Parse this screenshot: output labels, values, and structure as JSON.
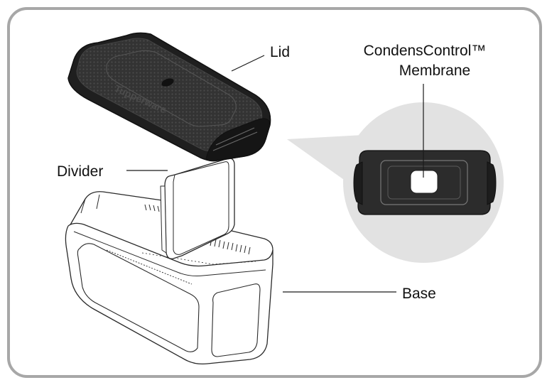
{
  "labels": {
    "lid": "Lid",
    "membrane_line1": "CondensControl™",
    "membrane_line2": "Membrane",
    "divider": "Divider",
    "base": "Base"
  },
  "brand_text": "Tupperware",
  "colors": {
    "frame": "#a7a7a7",
    "lid_fill": "#2b2b2b",
    "lid_dark": "#1a1a1a",
    "inset_circle": "#e2e2e2",
    "outline": "#2a2a2a"
  }
}
